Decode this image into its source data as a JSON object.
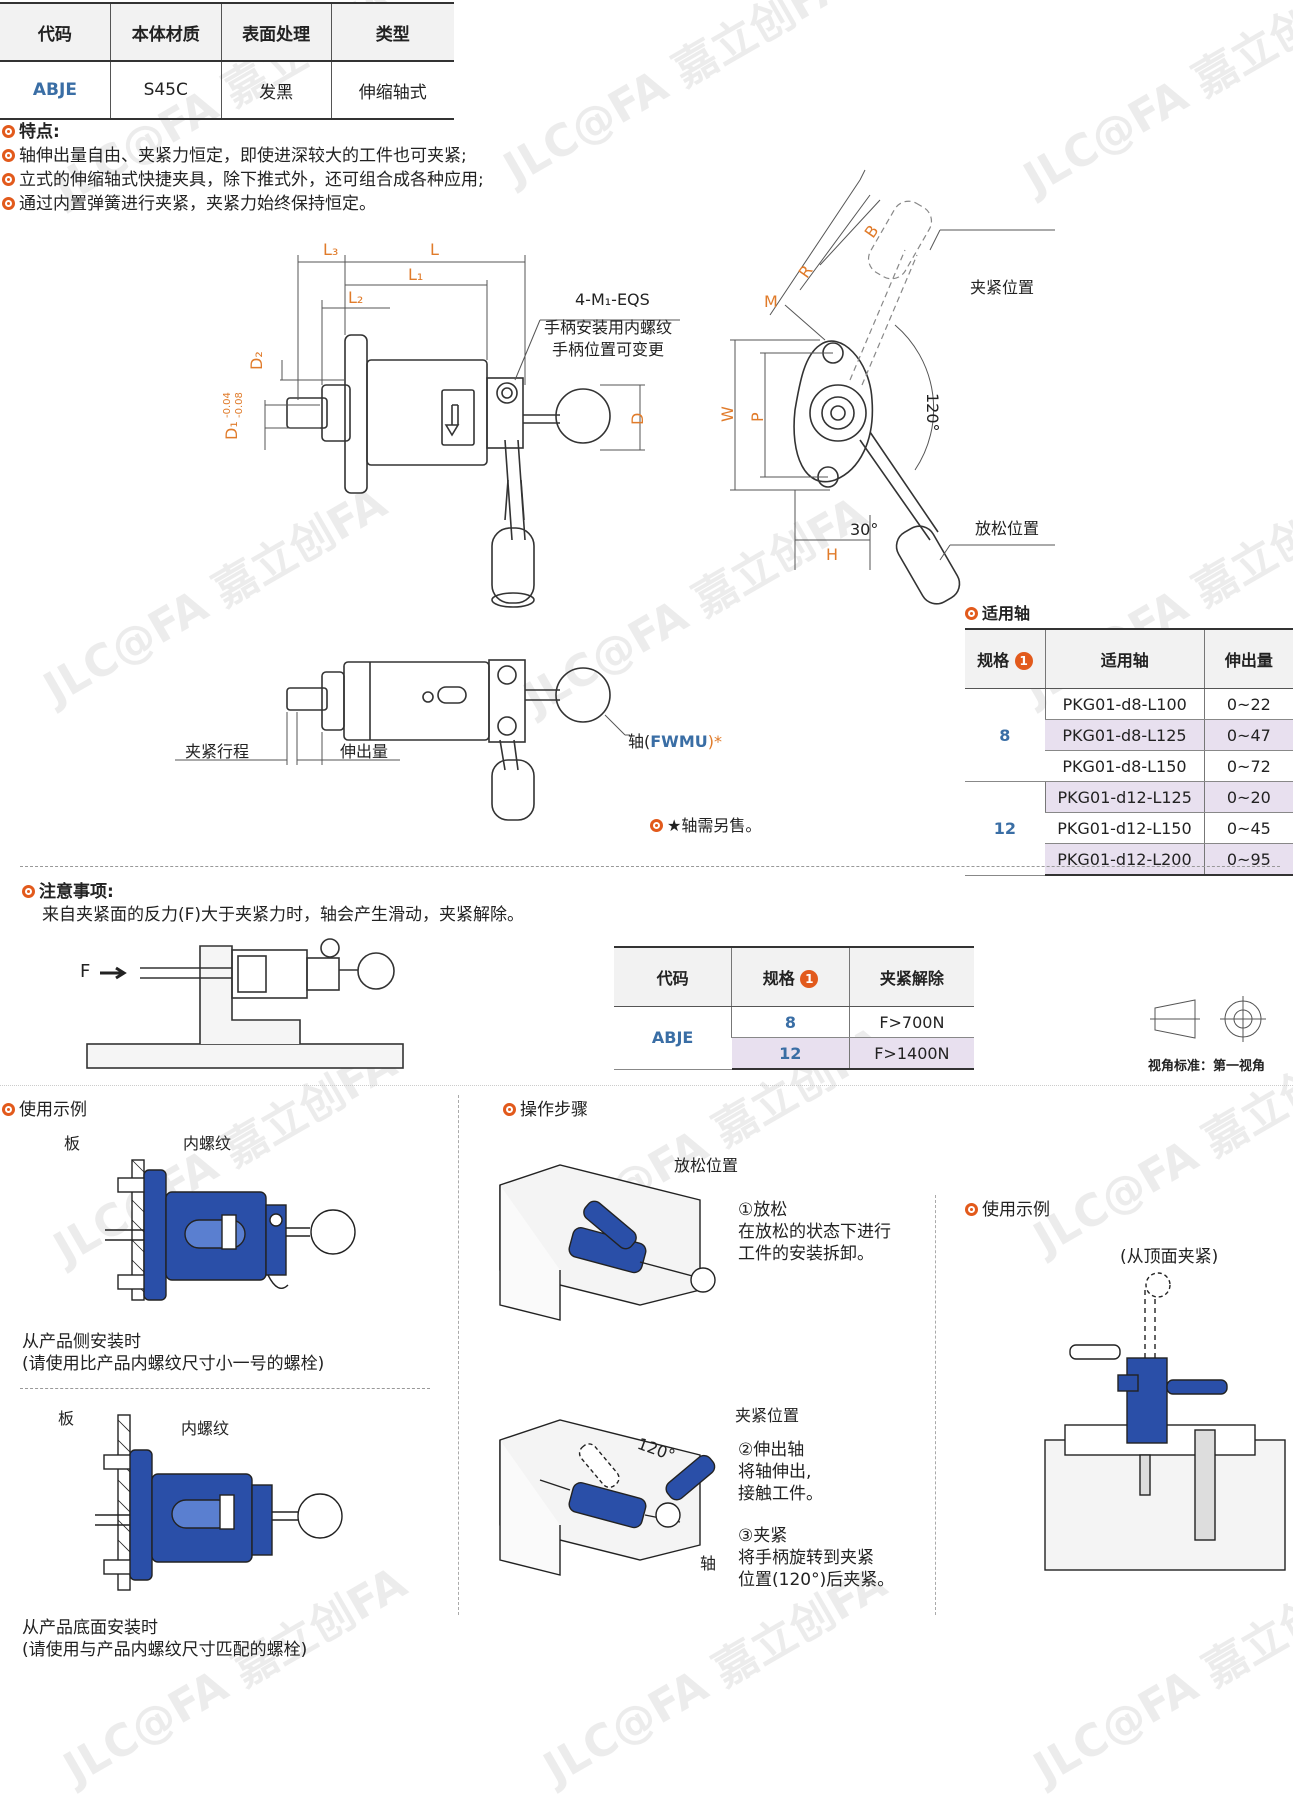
{
  "product_table": {
    "headers": [
      "代码",
      "本体材质",
      "表面处理",
      "类型"
    ],
    "row": [
      "ABJE",
      "S45C",
      "发黑",
      "伸缩轴式"
    ]
  },
  "features": {
    "title": "特点:",
    "items": [
      "轴伸出量自由、夹紧力恒定，即使进深较大的工件也可夹紧;",
      "立式的伸缩轴式快捷夹具，除下推式外，还可组合成各种应用;",
      "通过内置弹簧进行夹紧，夹紧力始终保持恒定。"
    ]
  },
  "drawing_labels": {
    "L3": "L₃",
    "L": "L",
    "L1": "L₁",
    "L2": "L₂",
    "D2": "D₂",
    "D1": "D₁",
    "D1_tol_top": "-0.04",
    "D1_tol_bot": "-0.08",
    "D": "D",
    "M1": "4-M₁-EQS",
    "thread_note_1": "手柄安装用内螺纹",
    "thread_note_2": "手柄位置可变更",
    "M": "M",
    "R": "R",
    "B": "B",
    "W": "W",
    "P": "P",
    "H": "H",
    "angle_120": "120°",
    "angle_30": "30°",
    "clamp_pos": "夹紧位置",
    "release_pos": "放松位置",
    "clamp_stroke": "夹紧行程",
    "extension": "伸出量",
    "shaft_label": "轴(",
    "shaft_code": "FWMU",
    "shaft_label_end": ")*",
    "star_note": "★轴需另售。"
  },
  "shaft_table": {
    "title": "适用轴",
    "headers": [
      "规格",
      "适用轴",
      "伸出量"
    ],
    "groups": [
      {
        "spec": "8",
        "rows": [
          [
            "PKG01-d8-L100",
            "0~22"
          ],
          [
            "PKG01-d8-L125",
            "0~47"
          ],
          [
            "PKG01-d8-L150",
            "0~72"
          ]
        ]
      },
      {
        "spec": "12",
        "rows": [
          [
            "PKG01-d12-L125",
            "0~20"
          ],
          [
            "PKG01-d12-L150",
            "0~45"
          ],
          [
            "PKG01-d12-L200",
            "0~95"
          ]
        ]
      }
    ]
  },
  "notice": {
    "title": "注意事项:",
    "text": "来自夹紧面的反力(F)大于夹紧力时，轴会产生滑动，夹紧解除。",
    "F": "F"
  },
  "release_table": {
    "headers": [
      "代码",
      "规格",
      "夹紧解除"
    ],
    "code": "ABJE",
    "rows": [
      [
        "8",
        "F>700N"
      ],
      [
        "12",
        "F>1400N"
      ]
    ]
  },
  "view_standard": "视角标准：第一视角",
  "usage1": {
    "title": "使用示例",
    "plate": "板",
    "thread": "内螺纹",
    "caption1_a": "从产品侧安装时",
    "caption1_b": "(请使用比产品内螺纹尺寸小一号的螺栓)",
    "caption2_a": "从产品底面安装时",
    "caption2_b": "(请使用与产品内螺纹尺寸匹配的螺栓)"
  },
  "operation": {
    "title": "操作步骤",
    "release_pos": "放松位置",
    "step1_a": "①放松",
    "step1_b": "在放松的状态下进行",
    "step1_c": "工件的安装拆卸。",
    "clamp_pos": "夹紧位置",
    "angle": "120°",
    "step2_a": "②伸出轴",
    "step2_b": "将轴伸出,",
    "step2_c": "接触工件。",
    "step3_a": "③夹紧",
    "step3_b": "将手柄旋转到夹紧",
    "step3_c": "位置(120°)后夹紧。",
    "shaft": "轴"
  },
  "usage2": {
    "title": "使用示例",
    "subtitle": "(从顶面夹紧)"
  },
  "watermark": "JLC@FA 嘉立创FA",
  "colors": {
    "accent": "#e25a1c",
    "blue": "#3a6ea5",
    "dim_orange": "#e07b2a",
    "part_blue": "#2a4fa8",
    "lavender": "#e8e0ef"
  }
}
